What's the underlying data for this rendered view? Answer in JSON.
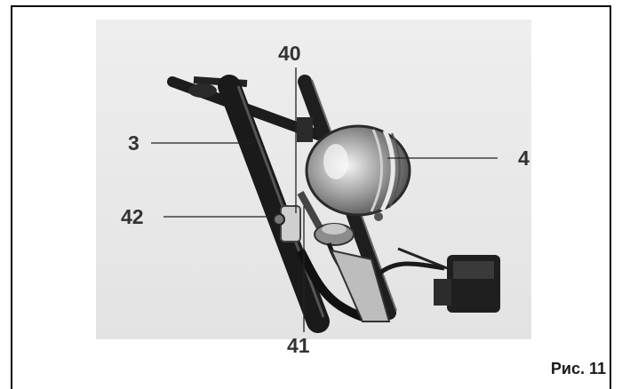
{
  "figure": {
    "caption": "Рис. 11",
    "callouts": {
      "c3": "3",
      "c4": "4",
      "c40": "40",
      "c41": "41",
      "c42": "42"
    }
  }
}
